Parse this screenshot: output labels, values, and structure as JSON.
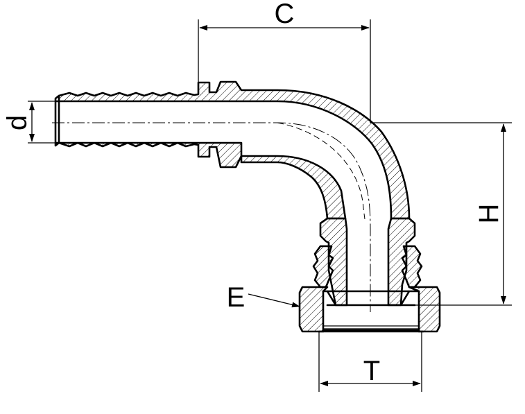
{
  "colors": {
    "line": "#000000",
    "background": "#ffffff"
  },
  "labels": {
    "c": "C",
    "d": "d",
    "h": "H",
    "e": "E",
    "t": "T"
  }
}
